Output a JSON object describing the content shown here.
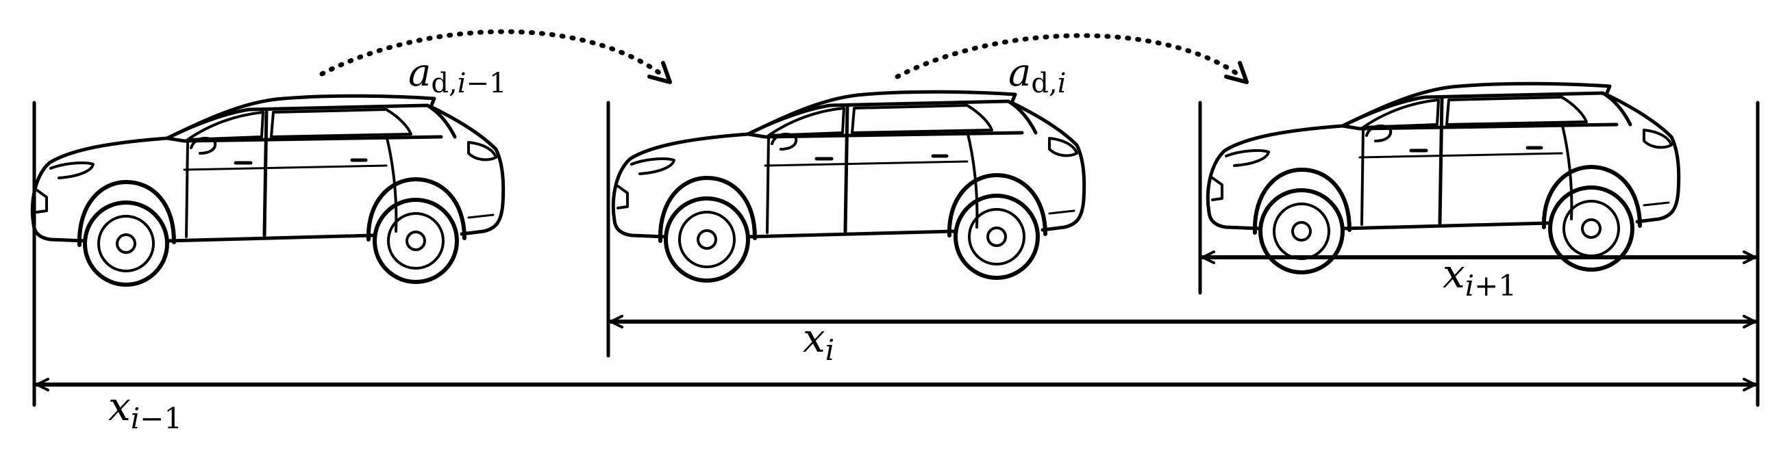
{
  "colors": {
    "ink": "#000000",
    "background": "#ffffff"
  },
  "vehicles": [
    {
      "name": "vehicle-i-minus-1",
      "icon": "car-icon"
    },
    {
      "name": "vehicle-i",
      "icon": "car-icon"
    },
    {
      "name": "vehicle-i-plus-1",
      "icon": "car-icon"
    }
  ],
  "labels": {
    "a_prev": {
      "base": "a",
      "sub": "d,",
      "sub_var": "i",
      "sub_rest": "−1"
    },
    "a_curr": {
      "base": "a",
      "sub": "d,",
      "sub_var": "i",
      "sub_rest": ""
    },
    "x_next": {
      "base": "x",
      "sub_var": "i",
      "sub_rest": "+1"
    },
    "x_curr": {
      "base": "x",
      "sub_var": "i",
      "sub_rest": ""
    },
    "x_prev": {
      "base": "x",
      "sub_var": "i",
      "sub_rest": "−1"
    }
  }
}
